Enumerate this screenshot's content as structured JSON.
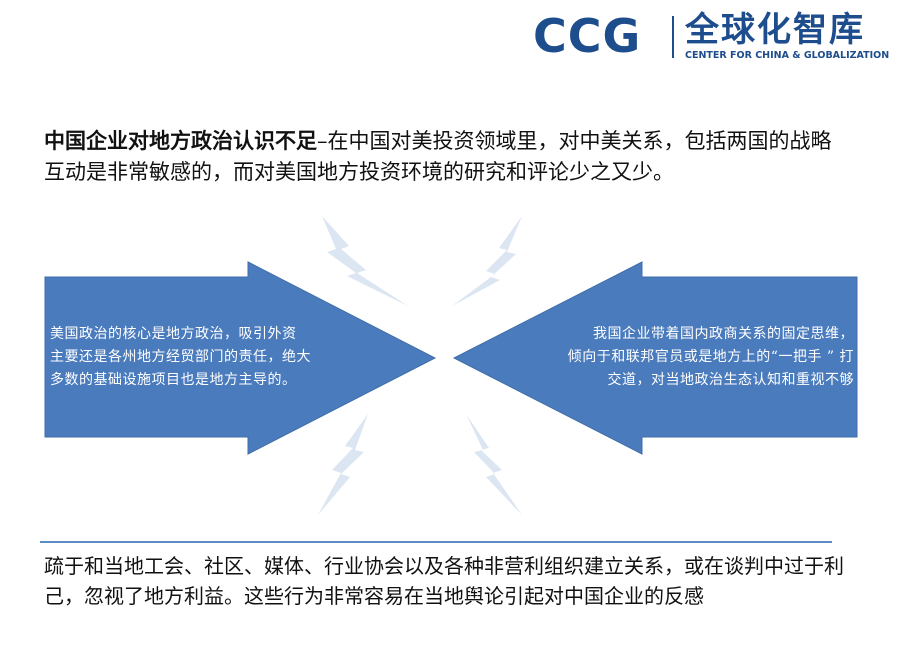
{
  "logo": {
    "mark": "CCG",
    "chinese_name": "全球化智库",
    "english_name": "CENTER FOR CHINA & GLOBALIZATION",
    "color": "#1d4d8c"
  },
  "intro": {
    "bold_text": "中国企业对地方政治认识不足",
    "text": "–在中国对美投资领域里，对中美关系，包括两国的战略互动是非常敏感的，而对美国地方投资环境的研究和评论少之又少。"
  },
  "left_arrow": {
    "lines": [
      "美国政治的核心是地方政治，吸引外资",
      "主要还是各州地方经贸部门的责任，绝大",
      "多数的基础设施项目也是地方主导的。"
    ]
  },
  "right_arrow": {
    "lines": [
      "我国企业带着国内政商关系的固定思维，",
      "倾向于和联邦官员或是地方上的“一把手 ” 打",
      "交道，对当地政治生态认知和重视不够"
    ]
  },
  "bottom": {
    "text": "疏于和当地工会、社区、媒体、行业协会以及各种非营利组织建立关系，或在谈判中过于利己，忽视了地方利益。这些行为非常容易在当地舆论引起对中国企业的反感"
  },
  "colors": {
    "arrow_fill": "#4a7bbd",
    "arrow_stroke": "#3f6ea9",
    "lightning": "#dbe6f2",
    "divider": "#5b8cc4"
  }
}
